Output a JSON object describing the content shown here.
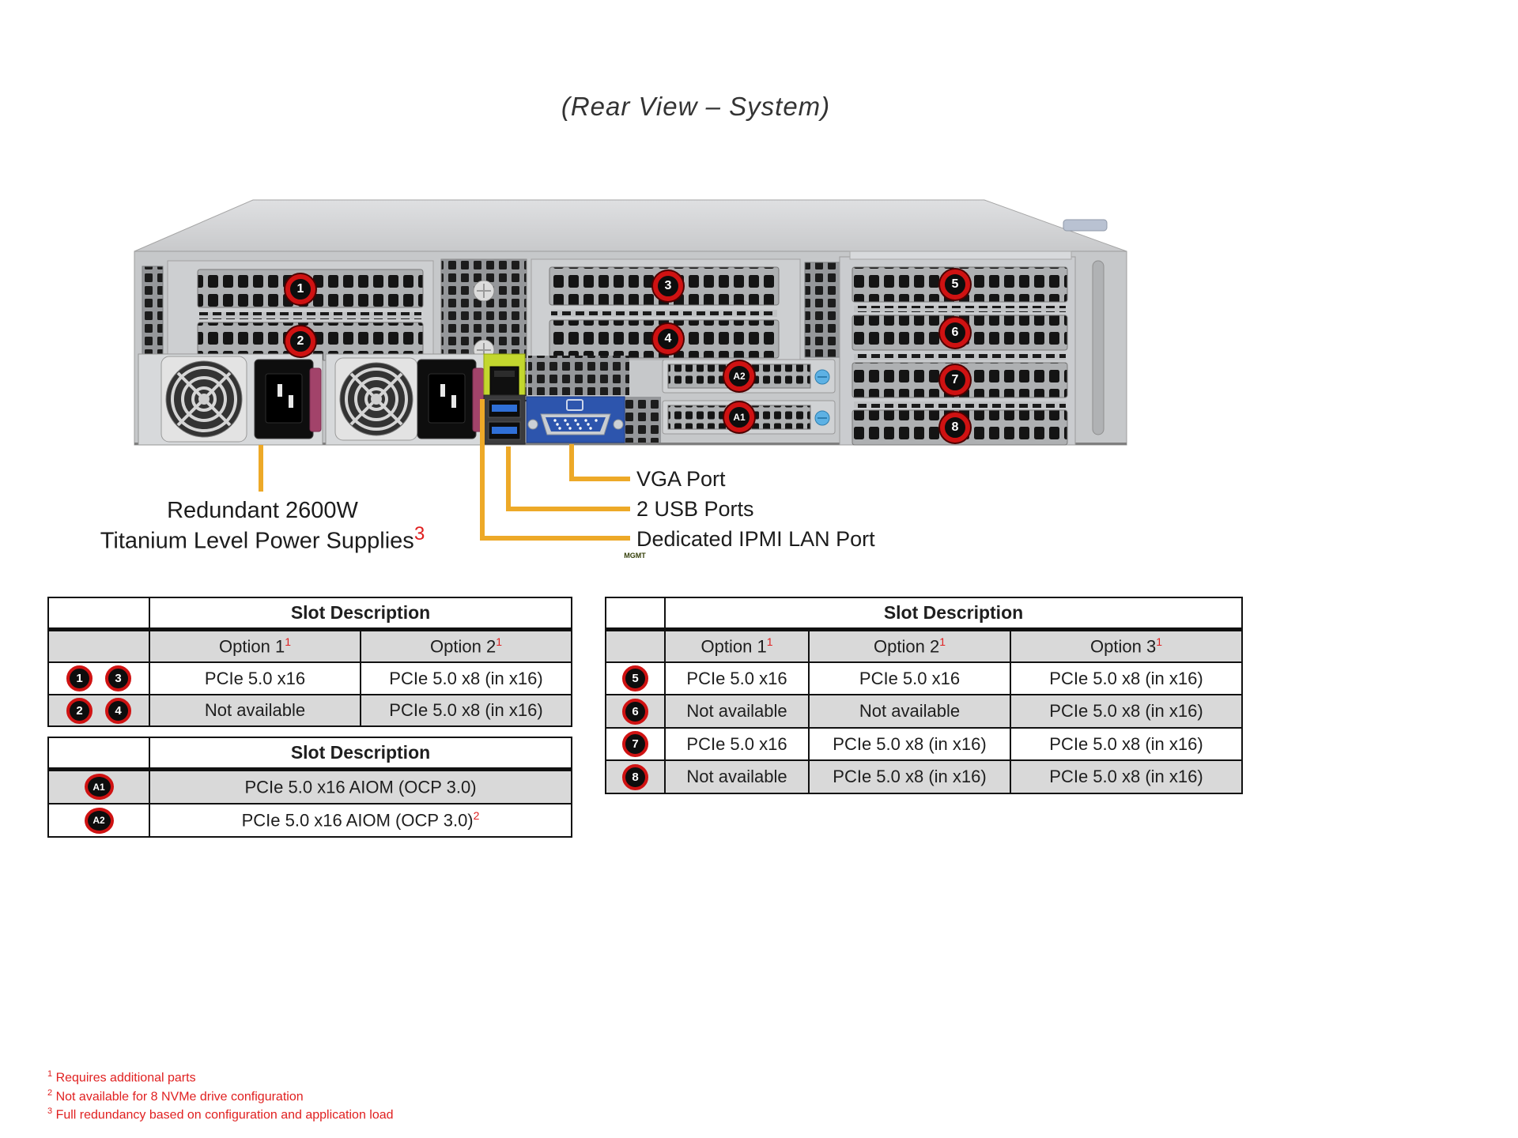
{
  "title": "(Rear View – System)",
  "server": {
    "mgmt_label": "MGMT",
    "callouts": {
      "s1": "1",
      "s2": "2",
      "s3": "3",
      "s4": "4",
      "s5": "5",
      "s6": "6",
      "s7": "7",
      "s8": "8",
      "a1": "A1",
      "a2": "A2"
    },
    "annotations": {
      "psu_line1": "Redundant 2600W",
      "psu_line2": "Titanium Level Power Supplies",
      "psu_footnote_ref": "3",
      "vga": "VGA Port",
      "usb": "2 USB Ports",
      "ipmi": "Dedicated IPMI LAN Port"
    },
    "colors": {
      "chassis": "#c6c8ca",
      "callout_ring": "#cf1212",
      "annotation_line": "#eda928",
      "mgmt_green": "#c3d72e",
      "usb_blue": "#2f6fd6",
      "vga_blue": "#2d55ad",
      "psu_clip": "#a2436a"
    }
  },
  "tables": {
    "pci_left": {
      "header": "Slot Description",
      "columns": [
        {
          "label": "Option 1",
          "sup": "1"
        },
        {
          "label": "Option 2",
          "sup": "1"
        }
      ],
      "rows": [
        {
          "badges": [
            "1",
            "3"
          ],
          "cells": [
            "PCIe 5.0 x16",
            "PCIe 5.0 x8 (in x16)"
          ]
        },
        {
          "badges": [
            "2",
            "4"
          ],
          "cells": [
            "Not available",
            "PCIe 5.0 x8 (in x16)"
          ]
        }
      ]
    },
    "aiom": {
      "header": "Slot Description",
      "rows": [
        {
          "badge": "A1",
          "cell": "PCIe 5.0 x16 AIOM (OCP 3.0)",
          "sup": ""
        },
        {
          "badge": "A2",
          "cell": "PCIe 5.0 x16 AIOM (OCP 3.0)",
          "sup": "2"
        }
      ]
    },
    "pci_right": {
      "header": "Slot Description",
      "columns": [
        {
          "label": "Option 1",
          "sup": "1"
        },
        {
          "label": "Option 2",
          "sup": "1"
        },
        {
          "label": "Option 3",
          "sup": "1"
        }
      ],
      "rows": [
        {
          "badge": "5",
          "cells": [
            "PCIe 5.0 x16",
            "PCIe 5.0 x16",
            "PCIe 5.0 x8 (in x16)"
          ]
        },
        {
          "badge": "6",
          "cells": [
            "Not available",
            "Not available",
            "PCIe 5.0 x8 (in x16)"
          ]
        },
        {
          "badge": "7",
          "cells": [
            "PCIe 5.0 x16",
            "PCIe 5.0 x8 (in x16)",
            "PCIe 5.0 x8 (in x16)"
          ]
        },
        {
          "badge": "8",
          "cells": [
            "Not available",
            "PCIe 5.0 x8 (in x16)",
            "PCIe 5.0 x8 (in x16)"
          ]
        }
      ]
    }
  },
  "footnotes": [
    {
      "sup": "1",
      "text": "Requires additional parts"
    },
    {
      "sup": "2",
      "text": "Not available for 8 NVMe drive configuration"
    },
    {
      "sup": "3",
      "text": "Full redundancy based on configuration and application load"
    }
  ]
}
